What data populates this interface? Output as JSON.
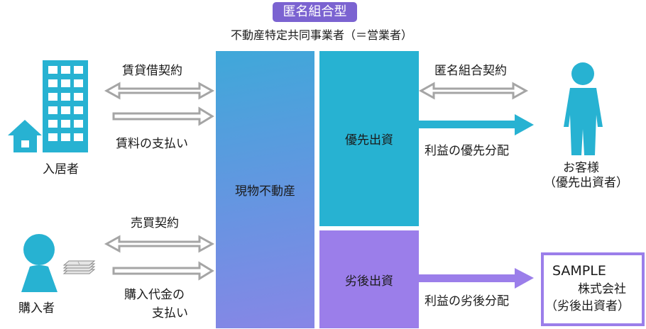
{
  "header": {
    "badge": "匿名組合型",
    "subtitle": "不動産特定共同事業者（＝営業者）"
  },
  "colors": {
    "badge": "#7b63d1",
    "teal": "#27b2d2",
    "purple": "#9b7eea",
    "arrow_outline": "#a0a0a0"
  },
  "boxes": {
    "asset": "現物不動産",
    "senior": "優先出資",
    "junior": "劣後出資"
  },
  "left_top": {
    "actor_label": "入居者",
    "actor_icon": "building-house-icon",
    "contract_label": "賃貸借契約",
    "payment_label": "賃料の支払い"
  },
  "left_bottom": {
    "actor_label": "購入者",
    "actor_icon": "person-icon",
    "money_icon": "banknote-stack-icon",
    "contract_label": "売買契約",
    "payment_label_1": "購入代金の",
    "payment_label_2": "支払い"
  },
  "right_top": {
    "contract_label": "匿名組合契約",
    "distribution_label": "利益の優先分配",
    "actor_label_1": "お客様",
    "actor_label_2": "（優先出資者）",
    "actor_icon": "person-icon"
  },
  "right_bottom": {
    "distribution_label": "利益の劣後分配",
    "investor_name_1": "SAMPLE",
    "investor_name_2": "株式会社",
    "investor_name_3": "（劣後出資者）"
  }
}
